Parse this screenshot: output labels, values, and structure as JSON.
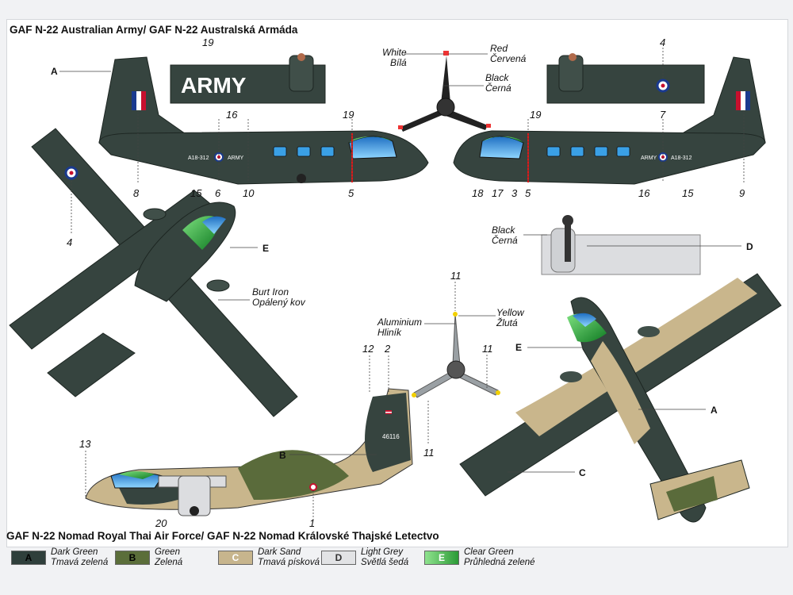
{
  "titles": {
    "top": "GAF N-22 Australian Army/ GAF N-22 Australská Armáda",
    "bottom": "GAF N-22 Nomad Royal Thai Air Force/ GAF N-22 Nomad Královské Thajské Letectvo"
  },
  "markings": {
    "army": "ARMY",
    "serial_au": "A18-312",
    "serial_th": "46116"
  },
  "prop_labels": {
    "white": "White",
    "white_cz": "Bílá",
    "red": "Red",
    "red_cz": "Červená",
    "black": "Black",
    "black_cz": "Černá",
    "aluminium": "Aluminium",
    "aluminium_cz": "Hliník",
    "yellow": "Yellow",
    "yellow_cz": "Žlutá",
    "burnt": "Burt Iron",
    "burnt_cz": "Opálený kov",
    "black2": "Black",
    "black2_cz": "Černá"
  },
  "callouts": {
    "n19a": "19",
    "n16a": "16",
    "n19b": "19",
    "n4a": "4",
    "n7": "7",
    "n19c": "19",
    "n8": "8",
    "n15a": "15",
    "n6": "6",
    "n10": "10",
    "n5a": "5",
    "n18": "18",
    "n17": "17",
    "n3": "3",
    "n5b": "5",
    "n16b": "16",
    "n15b": "15",
    "n9": "9",
    "n4b": "4",
    "n11a": "11",
    "n11b": "11",
    "n11c": "11",
    "n12": "12",
    "n2": "2",
    "n13": "13",
    "n20": "20",
    "n1": "1",
    "A1": "A",
    "E1": "E",
    "D": "D",
    "E2": "E",
    "A2": "A",
    "B": "B",
    "C": "C"
  },
  "legend": [
    {
      "code": "A",
      "en": "Dark Green",
      "cz": "Tmavá zelená",
      "color": "#2f3f3b"
    },
    {
      "code": "B",
      "en": "Green",
      "cz": "Zelená",
      "color": "#5b6e3a"
    },
    {
      "code": "C",
      "en": "Dark Sand",
      "cz": "Tmavá písková",
      "color": "#c7b58d"
    },
    {
      "code": "D",
      "en": "Light Grey",
      "cz": "Světlá šedá",
      "color": "#e2e3e5"
    },
    {
      "code": "E",
      "en": "Clear Green",
      "cz": "Průhledná zelené",
      "color": "#3fa84b"
    }
  ],
  "colors": {
    "dark_green": "#36443f",
    "green": "#5a6b3b",
    "sand": "#c9b68c",
    "light_grey": "#dcdde0",
    "glass": "#3a9fe0",
    "clear_green": "#2ea83e"
  }
}
